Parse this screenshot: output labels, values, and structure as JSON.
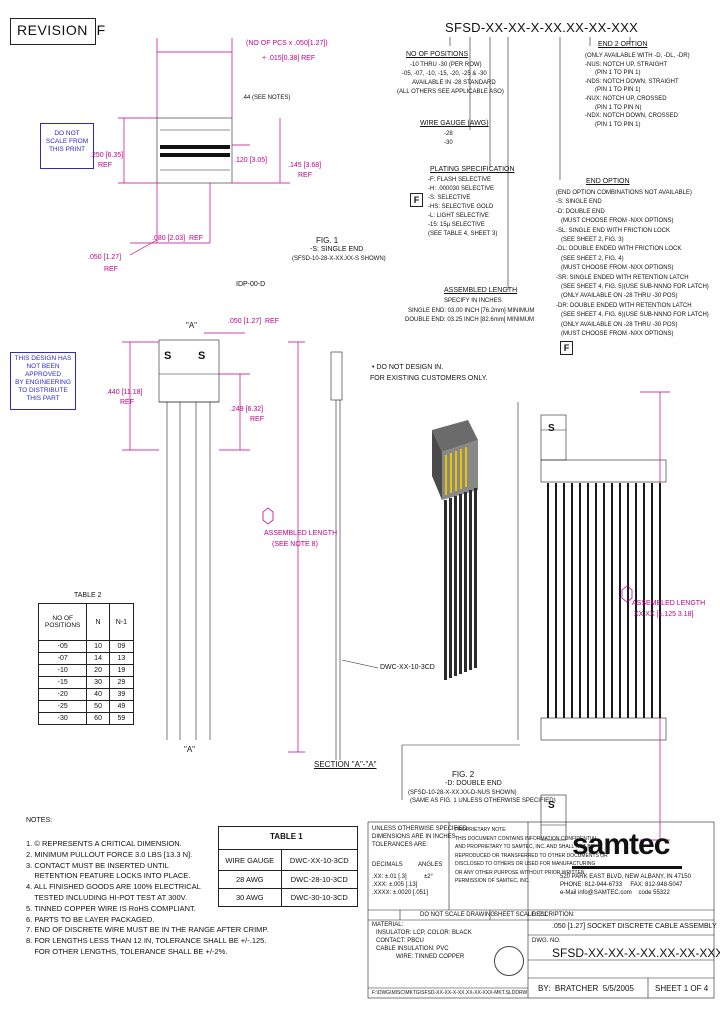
{
  "revision": "REVISION  F",
  "part_number_top": "SFSD-XX-XX-X-XX.XX-XX-XXX",
  "no_of_pcs_note": [
    "(NO OF PCS x .050[1.27])",
    "+ .015[0.38] REF"
  ],
  "see_notes_label": ".44 (SEE NOTES)",
  "do_not_scale": [
    "DO NOT",
    "SCALE FROM",
    "THIS PRINT"
  ],
  "dims_fig1": {
    "d250": ".250 [6.35]",
    "ref": "REF",
    "d120": ".120 [3.05]",
    "d145": ".145 [3.68]",
    "d080": ".080 [2.03]  REF",
    "d050": ".050 [1.27]",
    "d050_ref": "REF"
  },
  "fig1_caption": [
    "FIG. 1",
    "-S: SINGLE END",
    "(SFSD-10-28-X-XX.XX-S SHOWN)"
  ],
  "no_of_positions_spec": {
    "title": "NO OF POSITIONS",
    "lines": [
      "-10 THRU -30 (PER ROW)",
      "-05, -07, -10, -15, -20, -25 & -30",
      "AVAILABLE IN -28 STANDARD",
      "(ALL OTHERS SEE APPLICABLE ASO)"
    ]
  },
  "wire_gauge_spec": {
    "title": "WIRE GAUGE (AWG)",
    "lines": [
      "-28",
      "-30"
    ]
  },
  "plating_spec": {
    "title": "PLATING SPECIFICATION",
    "lines": [
      "-F: FLASH SELECTIVE",
      "-H: .000030 SELECTIVE",
      "-S: SELECTIVE",
      "-HS: SELECTIVE GOLD",
      "-L: LIGHT SELECTIVE",
      "-15: 15µ SELECTIVE",
      "(SEE TABLE 4, SHEET 3)"
    ],
    "flag": "F"
  },
  "assembled_length_spec": {
    "title": "ASSEMBLED LENGTH",
    "lines": [
      "SPECIFY IN INCHES",
      "SINGLE END: 03.00 INCH [76.2mm] MINIMUM",
      "DOUBLE END: 03.25 INCH [82.6mm] MINIMUM"
    ]
  },
  "end2_option": {
    "title": "END 2 OPTION",
    "lines": [
      "(ONLY AVAILABLE WITH -D, -DL, -DR)",
      "-NUS: NOTCH UP, STRAIGHT",
      "      (PIN 1 TO PIN 1)",
      "-NDS: NOTCH DOWN, STRAIGHT",
      "      (PIN 1 TO PIN 1)",
      "-NUX: NOTCH UP, CROSSED",
      "      (PIN 1 TO PIN N)",
      "-NDX: NOTCH DOWN, CROSSED",
      "      (PIN 1 TO PIN 1)"
    ]
  },
  "end_option": {
    "title": "END OPTION",
    "lines": [
      "(END OPTION COMBINATIONS NOT AVAILABLE)",
      "-S: SINGLE END",
      "-D: DOUBLE END",
      "   (MUST CHOOSE FROM -NXX OPTIONS)",
      "-SL: SINGLE END WITH FRICTION LOCK",
      "   (SEE SHEET 2, FIG. 3)",
      "-DL: DOUBLE ENDED WITH FRICTION LOCK",
      "   (SEE SHEET 2, FIG. 4)",
      "   (MUST CHOOSE FROM -NXX OPTIONS)",
      "-SR: SINGLE ENDED WITH RETENTION LATCH",
      "   (SEE SHEET 4, FIG. 5)(USE SUB-NNNO FOR LATCH)",
      "   (ONLY AVAILABLE ON -28 THRU -30 POS)",
      "-DR: DOUBLE ENDED WITH RETENTION LATCH",
      "   (SEE SHEET 4, FIG. 6)(USE SUB-NNNO FOR LATCH)",
      "   (ONLY AVAILABLE ON -28 THRU -30 POS)",
      "   (MUST CHOOSE FROM -NXX OPTIONS)"
    ],
    "flag": "F"
  },
  "idp_label": "IDP-00-D",
  "a_label": "\"A\"",
  "dims_side": {
    "d050": ".050 [1.27]  REF",
    "d440": ".440 [11.18]",
    "ref": "REF",
    "d249": ".249 [6.32]",
    "ref2": "REF"
  },
  "design_note_box": [
    "THIS DESIGN HAS",
    "NOT BEEN APPROVED",
    "BY ENGINEERING",
    "TO DISTRIBUTE",
    "THIS PART"
  ],
  "do_not_design": [
    "• DO NOT DESIGN IN.",
    "FOR EXISTING CUSTOMERS ONLY."
  ],
  "assembled_length_left": [
    "ASSEMBLED LENGTH",
    "(SEE NOTE 8)"
  ],
  "assembled_length_right": [
    "ASSEMBLED LENGTH",
    "XX.XX [±.125 3.18]"
  ],
  "dwc_label": "DWC-XX-10-3CD",
  "section_label": "SECTION \"A\"-\"A\"",
  "fig2_caption": [
    "FIG. 2",
    "-D: DOUBLE END",
    "(SFSD-10-28-X-XX.XX-D-NUS SHOWN)",
    "(SAME AS FIG. 1 UNLESS OTHERWISE SPECIFIED)"
  ],
  "table2": {
    "title": "TABLE 2",
    "headers": [
      "NO OF POSITIONS",
      "N",
      "N-1"
    ],
    "rows": [
      [
        "-05",
        "10",
        "09"
      ],
      [
        "-07",
        "14",
        "13"
      ],
      [
        "-10",
        "20",
        "19"
      ],
      [
        "-15",
        "30",
        "29"
      ],
      [
        "-20",
        "40",
        "39"
      ],
      [
        "-25",
        "50",
        "49"
      ],
      [
        "-30",
        "60",
        "59"
      ]
    ]
  },
  "notes": {
    "title": "NOTES:",
    "lines": [
      "1. © REPRESENTS A CRITICAL DIMENSION.",
      "2. MINIMUM PULLOUT FORCE 3.0 LBS [13.3 N].",
      "3. CONTACT MUST BE INSERTED UNTIL",
      "    RETENTION FEATURE LOCKS INTO PLACE.",
      "4. ALL FINISHED GOODS ARE 100% ELECTRICAL",
      "    TESTED INCLUDING HI-POT TEST AT 300V.",
      "5. TINNED COPPER WIRE IS RoHS COMPLIANT.",
      "6. PARTS TO BE LAYER PACKAGED.",
      "7. END OF DISCRETE WIRE MUST BE IN THE RANGE AFTER CRIMP.",
      "8. FOR LENGTHS LESS THAN 12 IN, TOLERANCE SHALL BE +/-.125.",
      "    FOR OTHER LENGTHS, TOLERANCE SHALL BE +/-2%."
    ]
  },
  "table1": {
    "title": "TABLE 1",
    "headers": [
      "WIRE GAUGE",
      "DWC-XX-10-3CD"
    ],
    "rows": [
      [
        "28 AWG",
        "DWC-28-10-3CD"
      ],
      [
        "30 AWG",
        "DWC-30-10-3CD"
      ]
    ]
  },
  "title_block": {
    "unless": [
      "UNLESS OTHERWISE SPECIFIED,",
      "DIMENSIONS ARE IN INCHES",
      "TOLERANCES ARE:"
    ],
    "decimals": "DECIMALS",
    "angles": "ANGLES",
    "tolerances": [
      ".XX: ±.01 [.3]",
      ".XXX: ±.005 [.13]",
      ".XXXX: ±.0020 [.051]"
    ],
    "angle_tol": "±2°",
    "proprietary": [
      "PROPRIETARY NOTE",
      "THIS DOCUMENT CONTAINS INFORMATION CONFIDENTIAL",
      "AND PROPRIETARY TO SAMTEC, INC. AND SHALL NOT BE",
      "REPRODUCED OR TRANSFERRED TO OTHER DOCUMENTS OR",
      "DISCLOSED TO OTHERS OR USED FOR MANUFACTURING",
      "OR ANY OTHER PURPOSE WITHOUT PRIOR WRITTEN",
      "PERMISSION OF SAMTEC, INC."
    ],
    "logo": "samtec",
    "address": [
      "520 PARK EAST BLVD, NEW ALBANY, IN 47150",
      "PHONE: 812-944-6733     FAX: 812-948-5047",
      "e-Mail info@SAMTEC.com    code 55322"
    ],
    "do_not_scale": "DO NOT SCALE DRAWING",
    "sheet_scale": "SHEET SCALE: 2:1",
    "description_label": "DESCRIPTION:",
    "description": ".050 [1.27] SOCKET DISCRETE CABLE ASSEMBLY",
    "material_label": "MATERIAL:",
    "materials": [
      "INSULATOR: LCP, COLOR: BLACK",
      "CONTACT: PBCU",
      "CABLE INSULATION: PVC",
      "WIRE: TINNED COPPER"
    ],
    "dwg_no_label": "DWG. NO.",
    "dwg_no": "SFSD-XX-XX-X-XX.XX-XX-XXX",
    "by": "BY:  BRATCHER  5/5/2005",
    "sheet": "SHEET 1 OF 4",
    "file_path": "F:\\DWG\\MISC\\MKTG\\SFSD-XX-XX-X-XX.XX-XX-XXX-MKT.SLDDRW"
  },
  "colors": {
    "dimension": "#c0008c",
    "note_blue": "#2a2ad0",
    "ink": "#111111"
  }
}
